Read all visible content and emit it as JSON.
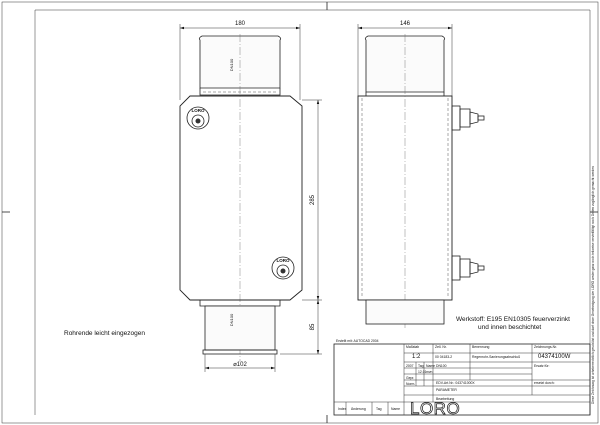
{
  "dimensions": {
    "width_front": "180",
    "width_side": "146",
    "height_body": "285",
    "height_spigot": "85",
    "dia_bottom": "⌀102"
  },
  "labels": {
    "top_spigot": "DN100",
    "bottom_spigot": "DN100",
    "logo": "LORO",
    "note_left": "Rohrende leicht eingezogen",
    "material_line1": "Werkstoff: E195 EN10305 feuerverzinkt",
    "material_line2": "und innen beschichtet",
    "side_note": "Diese Zeichnung ist urheberrechtlich geschützt und darf ohne Genehmigung der LORO weder ganz noch teilweise vervielfältigt noch Dritten zugänglich gemacht werden"
  },
  "title_block": {
    "created_with": "Erstellt mit: AUTOCAD 2004",
    "massstab_label": "Maßstab",
    "massstab_value": "1:2",
    "zeichnr_label": "Zell. Nr.",
    "zeichnr_value": "00 04183-2",
    "benennung_label": "Benennung",
    "benennung_value": "Regenrohr-Sanierungsabschluß",
    "zeichnung_label": "Zeichnungs-Nr.",
    "zeichnung_value": "04374100W",
    "row_year": "2007",
    "row_tag": "Tag",
    "row_name": "Name",
    "row_date": "12.01",
    "row_name_val": "mvn",
    "row_gepr": "Gepr.",
    "row_norm": "Norm.",
    "dn_value": "DN100",
    "artnr_line": "EDV-Art.Nr.: 043741000X",
    "parameter_line": "PARAMETER",
    "ersatz_label": "Ersatz für:",
    "ersatz_value": "ersetzt durch:",
    "bearbeitung": "Bearbeitung",
    "aend_label": "Änderung",
    "tag_label": "Tag",
    "name_label": "Name",
    "index_label": "Index",
    "logo_big": "LORO"
  }
}
